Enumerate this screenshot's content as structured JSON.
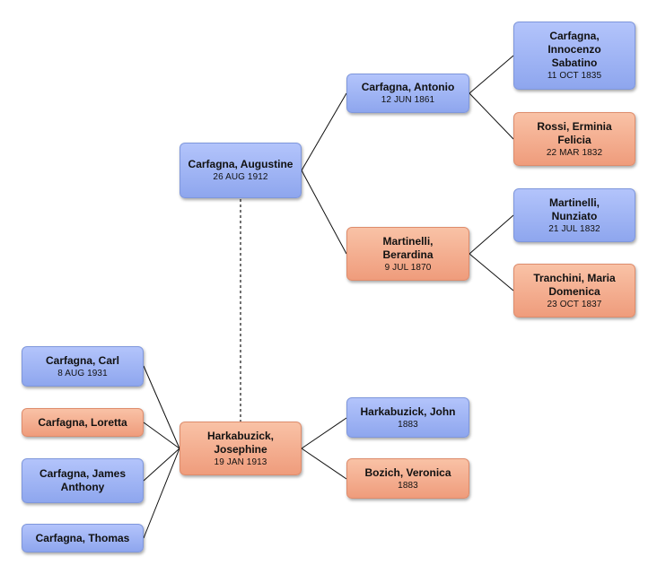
{
  "people": {
    "augustine": {
      "name": "Carfagna, Augustine",
      "date": "26 AUG 1912",
      "sex": "male"
    },
    "antonio": {
      "name": "Carfagna, Antonio",
      "date": "12 JUN 1861",
      "sex": "male"
    },
    "innocenzo": {
      "name": "Carfagna, Innocenzo Sabatino",
      "date": "11 OCT 1835",
      "sex": "male"
    },
    "erminia": {
      "name": "Rossi, Erminia Felicia",
      "date": "22 MAR 1832",
      "sex": "female"
    },
    "berardina": {
      "name": "Martinelli, Berardina",
      "date": "9 JUL 1870",
      "sex": "female"
    },
    "nunziato": {
      "name": "Martinelli, Nunziato",
      "date": "21 JUL 1832",
      "sex": "male"
    },
    "maria": {
      "name": "Tranchini, Maria Domenica",
      "date": "23 OCT 1837",
      "sex": "female"
    },
    "josephine": {
      "name": "Harkabuzick, Josephine",
      "date": "19 JAN 1913",
      "sex": "female"
    },
    "john": {
      "name": "Harkabuzick, John",
      "date": "1883",
      "sex": "male"
    },
    "veronica": {
      "name": "Bozich, Veronica",
      "date": "1883",
      "sex": "female"
    },
    "carl": {
      "name": "Carfagna, Carl",
      "date": "8 AUG 1931",
      "sex": "male"
    },
    "loretta": {
      "name": "Carfagna, Loretta",
      "date": "",
      "sex": "female"
    },
    "james": {
      "name": "Carfagna, James Anthony",
      "date": "",
      "sex": "male"
    },
    "thomas": {
      "name": "Carfagna, Thomas",
      "date": "",
      "sex": "male"
    }
  }
}
